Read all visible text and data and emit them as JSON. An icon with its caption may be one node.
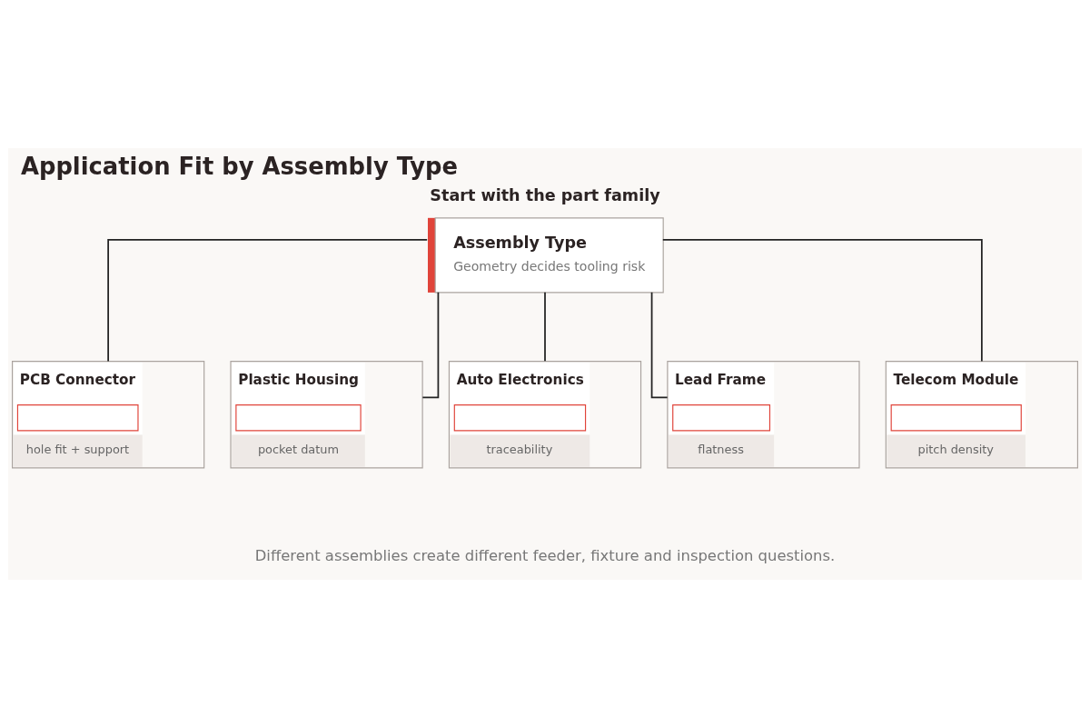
{
  "diagram": {
    "title": "Application Fit by Assembly Type",
    "caption": "Different assemblies create different feeder, fixture and inspection questions.",
    "nodes": [
      {
        "text": [
          "Start with the part family",
          "Assembly Type",
          "Geometry decides tooling risk"
        ]
      },
      {
        "text": [
          "PCB Connector",
          "hole fit + support"
        ]
      },
      {
        "text": [
          "Plastic Housing",
          "pocket datum"
        ]
      },
      {
        "text": [
          "Auto Electronics",
          "traceability"
        ]
      },
      {
        "text": [
          "Lead Frame",
          "flatness"
        ]
      },
      {
        "text": [
          "Telecom Module",
          "pitch density"
        ]
      }
    ],
    "edges": [
      {
        "from": 0,
        "to": 1,
        "arrow": "none"
      },
      {
        "from": 0,
        "to": 2,
        "arrow": "none"
      },
      {
        "from": 0,
        "to": 3,
        "arrow": "none"
      },
      {
        "from": 0,
        "to": 4,
        "arrow": "none"
      },
      {
        "from": 0,
        "to": 5,
        "arrow": "none"
      }
    ]
  }
}
